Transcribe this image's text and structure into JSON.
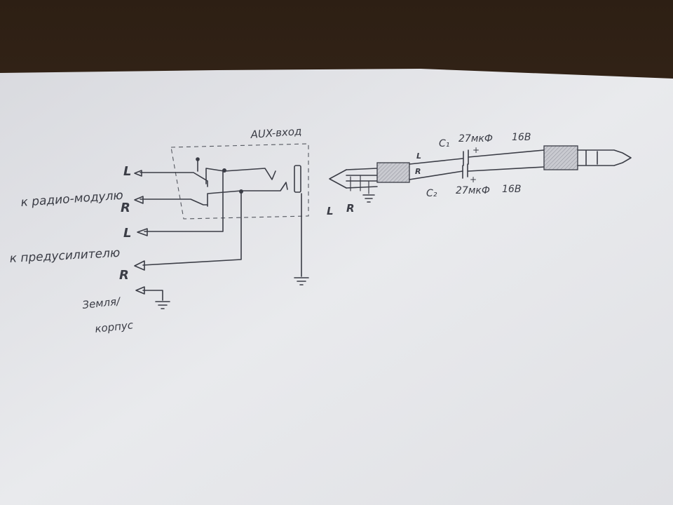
{
  "photo": {
    "subject": "hand-drawn AUX input wiring sketch on paper",
    "colors": {
      "table": "#3a2a1c",
      "paper": "#e6e7ea",
      "ink": "#3b3d46",
      "hatch": "#9a9ca6"
    }
  },
  "left_circuit": {
    "box_label": "AUX-вход",
    "labels": {
      "L_top": "L",
      "R_top": "R",
      "radio_module": "к радио-модулю",
      "L_bottom": "L",
      "preamp": "к предусилителю",
      "R_bottom": "R",
      "ground_body_1": "Земля/",
      "ground_body_2": "корпус"
    }
  },
  "cable": {
    "jack_labels": {
      "L": "L",
      "R": "R"
    },
    "wire_labels": {
      "L": "L",
      "R": "R"
    },
    "c1": {
      "name": "C₁",
      "value": "27мкФ",
      "voltage": "16В",
      "polarity": "+"
    },
    "c2": {
      "name": "C₂",
      "value": "27мкФ",
      "voltage": "16В",
      "polarity": "+"
    }
  }
}
